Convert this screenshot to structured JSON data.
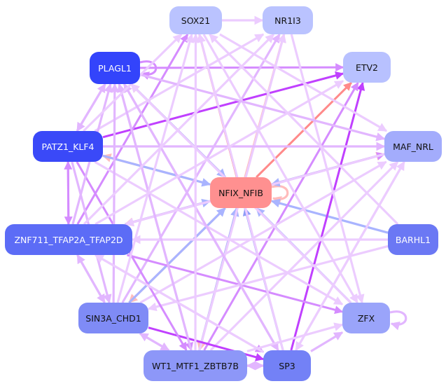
{
  "diagram": {
    "type": "directed-network",
    "nodes": [
      {
        "id": "SOX21",
        "label": "SOX21",
        "color": "#bac3ff",
        "text_color": "#111111"
      },
      {
        "id": "NR1I3",
        "label": "NR1I3",
        "color": "#bac3ff",
        "text_color": "#111111"
      },
      {
        "id": "PLAGL1",
        "label": "PLAGL1",
        "color": "#3344fb",
        "text_color": "#ffffff"
      },
      {
        "id": "ETV2",
        "label": "ETV2",
        "color": "#b8c1ff",
        "text_color": "#111111"
      },
      {
        "id": "PATZ1_KLF4",
        "label": "PATZ1_KLF4",
        "color": "#3a49f8",
        "text_color": "#ffffff"
      },
      {
        "id": "MAF_NRL",
        "label": "MAF_NRL",
        "color": "#a3acfc",
        "text_color": "#111111"
      },
      {
        "id": "NFIX_NFIB",
        "label": "NFIX_NFIB",
        "color": "#ff9090",
        "text_color": "#111111"
      },
      {
        "id": "ZNF711_TFAP2A_TFAP2D",
        "label": "ZNF711_TFAP2A_TFAP2D",
        "color": "#5c6cf6",
        "text_color": "#ffffff"
      },
      {
        "id": "BARHL1",
        "label": "BARHL1",
        "color": "#6b78f4",
        "text_color": "#ffffff"
      },
      {
        "id": "SIN3A_CHD1",
        "label": "SIN3A_CHD1",
        "color": "#7f8bf6",
        "text_color": "#111111"
      },
      {
        "id": "ZFX",
        "label": "ZFX",
        "color": "#9aa4fa",
        "text_color": "#111111"
      },
      {
        "id": "WT1_MTF1_ZBTB7B",
        "label": "WT1_MTF1_ZBTB7B",
        "color": "#8d97f8",
        "text_color": "#111111"
      },
      {
        "id": "SP3",
        "label": "SP3",
        "color": "#7381f6",
        "text_color": "#111111"
      }
    ],
    "edge_colors": {
      "light_violet": "#ecccff",
      "violet": "#e2b6ff",
      "medium_violet": "#d58cff",
      "strong_violet": "#c040ff",
      "salmon": "#ff8a8a",
      "light_salmon": "#ffbcbc",
      "periwinkle": "#a9b4ff",
      "blue": "#8e9cf8"
    },
    "edges": [
      {
        "from": "NFIX_NFIB",
        "to": "SOX21",
        "color": "salmon"
      },
      {
        "from": "NFIX_NFIB",
        "to": "NR1I3",
        "color": "light_salmon"
      },
      {
        "from": "NFIX_NFIB",
        "to": "ETV2",
        "color": "salmon"
      },
      {
        "from": "NFIX_NFIB",
        "to": "NFIX_NFIB",
        "color": "light_salmon",
        "self": true
      },
      {
        "from": "NFIX_NFIB",
        "to": "PATZ1_KLF4",
        "color": "light_salmon"
      },
      {
        "from": "NFIX_NFIB",
        "to": "PLAGL1",
        "color": "light_salmon"
      },
      {
        "from": "NFIX_NFIB",
        "to": "ZNF711_TFAP2A_TFAP2D",
        "color": "light_salmon"
      },
      {
        "from": "NFIX_NFIB",
        "to": "SIN3A_CHD1",
        "color": "light_salmon"
      },
      {
        "from": "NFIX_NFIB",
        "to": "WT1_MTF1_ZBTB7B",
        "color": "light_salmon"
      },
      {
        "from": "NFIX_NFIB",
        "to": "MAF_NRL",
        "color": "light_salmon"
      },
      {
        "from": "SP3",
        "to": "NFIX_NFIB",
        "color": "blue"
      },
      {
        "from": "WT1_MTF1_ZBTB7B",
        "to": "NFIX_NFIB",
        "color": "periwinkle"
      },
      {
        "from": "ZFX",
        "to": "NFIX_NFIB",
        "color": "periwinkle"
      },
      {
        "from": "BARHL1",
        "to": "NFIX_NFIB",
        "color": "periwinkle"
      },
      {
        "from": "MAF_NRL",
        "to": "NFIX_NFIB",
        "color": "periwinkle"
      },
      {
        "from": "PLAGL1",
        "to": "NFIX_NFIB",
        "color": "periwinkle"
      },
      {
        "from": "PATZ1_KLF4",
        "to": "NFIX_NFIB",
        "color": "periwinkle"
      },
      {
        "from": "ZNF711_TFAP2A_TFAP2D",
        "to": "NFIX_NFIB",
        "color": "periwinkle"
      },
      {
        "from": "SIN3A_CHD1",
        "to": "NFIX_NFIB",
        "color": "periwinkle"
      },
      {
        "from": "PATZ1_KLF4",
        "to": "ETV2",
        "color": "strong_violet"
      },
      {
        "from": "PLAGL1",
        "to": "ETV2",
        "color": "medium_violet"
      },
      {
        "from": "PLAGL1",
        "to": "PLAGL1",
        "color": "medium_violet",
        "self": true
      },
      {
        "from": "SP3",
        "to": "ETV2",
        "color": "strong_violet"
      },
      {
        "from": "WT1_MTF1_ZBTB7B",
        "to": "ETV2",
        "color": "medium_violet"
      },
      {
        "from": "ZNF711_TFAP2A_TFAP2D",
        "to": "SOX21",
        "color": "medium_violet"
      },
      {
        "from": "SIN3A_CHD1",
        "to": "NR1I3",
        "color": "violet"
      },
      {
        "from": "WT1_MTF1_ZBTB7B",
        "to": "NR1I3",
        "color": "light_violet"
      },
      {
        "from": "PATZ1_KLF4",
        "to": "NR1I3",
        "color": "light_violet"
      },
      {
        "from": "SOX21",
        "to": "MAF_NRL",
        "color": "light_violet"
      },
      {
        "from": "NR1I3",
        "to": "ZFX",
        "color": "light_violet"
      },
      {
        "from": "SOX21",
        "to": "ZFX",
        "color": "light_violet"
      },
      {
        "from": "SOX21",
        "to": "NR1I3",
        "color": "light_violet"
      },
      {
        "from": "PLAGL1",
        "to": "MAF_NRL",
        "color": "violet"
      },
      {
        "from": "PATZ1_KLF4",
        "to": "MAF_NRL",
        "color": "violet"
      },
      {
        "from": "ZNF711_TFAP2A_TFAP2D",
        "to": "MAF_NRL",
        "color": "medium_violet"
      },
      {
        "from": "SIN3A_CHD1",
        "to": "MAF_NRL",
        "color": "light_violet"
      },
      {
        "from": "SP3",
        "to": "MAF_NRL",
        "color": "light_violet"
      },
      {
        "from": "WT1_MTF1_ZBTB7B",
        "to": "MAF_NRL",
        "color": "light_violet"
      },
      {
        "from": "ZNF711_TFAP2A_TFAP2D",
        "to": "ZFX",
        "color": "medium_violet"
      },
      {
        "from": "PATZ1_KLF4",
        "to": "ZFX",
        "color": "light_violet"
      },
      {
        "from": "SP3",
        "to": "ZFX",
        "color": "violet"
      },
      {
        "from": "ZFX",
        "to": "ZFX",
        "color": "violet",
        "self": true
      },
      {
        "from": "BARHL1",
        "to": "ZNF711_TFAP2A_TFAP2D",
        "color": "light_violet"
      },
      {
        "from": "BARHL1",
        "to": "SOX21",
        "color": "light_violet"
      },
      {
        "from": "BARHL1",
        "to": "SIN3A_CHD1",
        "color": "light_violet"
      },
      {
        "from": "MAF_NRL",
        "to": "ZNF711_TFAP2A_TFAP2D",
        "color": "light_violet"
      },
      {
        "from": "ZFX",
        "to": "PLAGL1",
        "color": "light_violet"
      },
      {
        "from": "PLAGL1",
        "to": "PATZ1_KLF4",
        "color": "violet"
      },
      {
        "from": "PATZ1_KLF4",
        "to": "PLAGL1",
        "color": "violet"
      },
      {
        "from": "PATZ1_KLF4",
        "to": "ZNF711_TFAP2A_TFAP2D",
        "color": "medium_violet"
      },
      {
        "from": "ZNF711_TFAP2A_TFAP2D",
        "to": "PATZ1_KLF4",
        "color": "medium_violet"
      },
      {
        "from": "ZNF711_TFAP2A_TFAP2D",
        "to": "SIN3A_CHD1",
        "color": "violet"
      },
      {
        "from": "SIN3A_CHD1",
        "to": "ZNF711_TFAP2A_TFAP2D",
        "color": "violet"
      },
      {
        "from": "SIN3A_CHD1",
        "to": "WT1_MTF1_ZBTB7B",
        "color": "violet"
      },
      {
        "from": "WT1_MTF1_ZBTB7B",
        "to": "SIN3A_CHD1",
        "color": "violet"
      },
      {
        "from": "SP3",
        "to": "WT1_MTF1_ZBTB7B",
        "color": "violet"
      },
      {
        "from": "WT1_MTF1_ZBTB7B",
        "to": "SP3",
        "color": "violet"
      },
      {
        "from": "SIN3A_CHD1",
        "to": "SP3",
        "color": "strong_violet"
      },
      {
        "from": "ZNF711_TFAP2A_TFAP2D",
        "to": "SP3",
        "color": "medium_violet"
      },
      {
        "from": "PLAGL1",
        "to": "SP3",
        "color": "violet"
      },
      {
        "from": "SP3",
        "to": "PLAGL1",
        "color": "violet"
      },
      {
        "from": "PLAGL1",
        "to": "WT1_MTF1_ZBTB7B",
        "color": "medium_violet"
      },
      {
        "from": "WT1_MTF1_ZBTB7B",
        "to": "PLAGL1",
        "color": "violet"
      },
      {
        "from": "PATZ1_KLF4",
        "to": "WT1_MTF1_ZBTB7B",
        "color": "medium_violet"
      },
      {
        "from": "PATZ1_KLF4",
        "to": "SIN3A_CHD1",
        "color": "violet"
      },
      {
        "from": "SIN3A_CHD1",
        "to": "PLAGL1",
        "color": "violet"
      },
      {
        "from": "ZNF711_TFAP2A_TFAP2D",
        "to": "PLAGL1",
        "color": "violet"
      },
      {
        "from": "SP3",
        "to": "SOX21",
        "color": "light_violet"
      },
      {
        "from": "WT1_MTF1_ZBTB7B",
        "to": "SOX21",
        "color": "light_violet"
      },
      {
        "from": "ZNF711_TFAP2A_TFAP2D",
        "to": "NR1I3",
        "color": "light_violet"
      },
      {
        "from": "SIN3A_CHD1",
        "to": "SOX21",
        "color": "light_violet"
      },
      {
        "from": "ZNF711_TFAP2A_TFAP2D",
        "to": "ETV2",
        "color": "light_violet"
      },
      {
        "from": "MAF_NRL",
        "to": "SP3",
        "color": "light_violet"
      },
      {
        "from": "SP3",
        "to": "ZNF711_TFAP2A_TFAP2D",
        "color": "light_violet"
      },
      {
        "from": "WT1_MTF1_ZBTB7B",
        "to": "ZFX",
        "color": "light_violet"
      },
      {
        "from": "PATZ1_KLF4",
        "to": "SOX21",
        "color": "light_violet"
      }
    ]
  }
}
